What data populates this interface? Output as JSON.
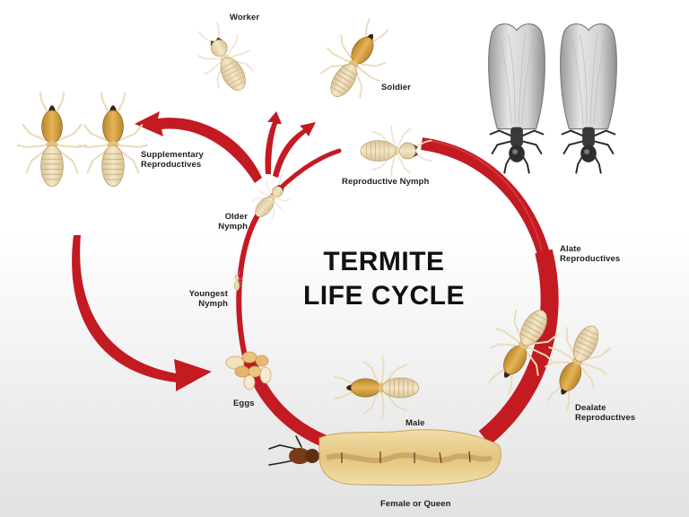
{
  "title": {
    "line1": "TERMITE",
    "line2": "LIFE CYCLE"
  },
  "colors": {
    "cycle_arrow_red": "#c41a22",
    "termite_body_gold": "#d9a441",
    "termite_pale": "#efe3c4",
    "wing_gray": "#c9c9c9",
    "label_text": "#1e1e1e"
  },
  "stages": {
    "worker": "Worker",
    "soldier": "Soldier",
    "supplementary": "Supplementary\nReproductives",
    "reproductive_nymph": "Reproductive Nymph",
    "older_nymph": "Older\nNymph",
    "alate": "Alate\nReproductives",
    "youngest_nymph": "Youngest\nNymph",
    "dealate": "Dealate\nReproductives",
    "eggs": "Eggs",
    "male": "Male",
    "queen": "Female or Queen"
  },
  "icons": {
    "cycle_ring": "red-cycle-ring",
    "branch_arrows": "red-curved-arrows"
  }
}
